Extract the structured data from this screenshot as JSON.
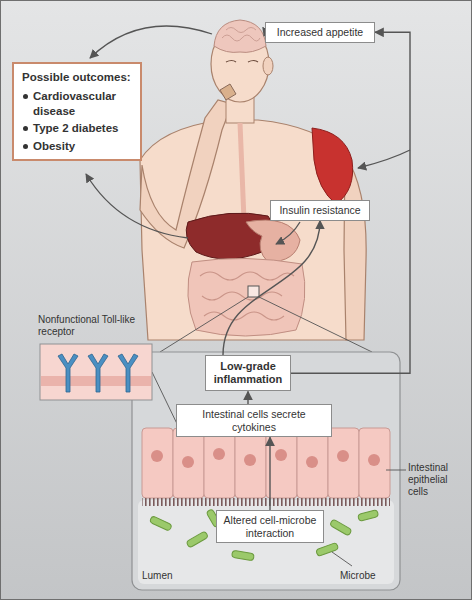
{
  "diagram": {
    "nodes": [
      {
        "text": [
          "Increased appetite"
        ]
      },
      {
        "text": [
          "Possible outcomes:",
          "Cardiovascular disease",
          "Type 2 diabetes",
          "Obesity"
        ]
      },
      {
        "text": [
          "Insulin resistance"
        ]
      },
      {
        "text": [
          "Low-grade inflammation"
        ]
      },
      {
        "text": [
          "Intestinal cells secrete cytokines"
        ]
      },
      {
        "text": [
          "Altered cell-microbe interaction"
        ]
      }
    ],
    "edges": [
      {
        "from": 3,
        "to": 0,
        "arrow": "to"
      },
      {
        "from": 3,
        "to": 2,
        "arrow": "to"
      },
      {
        "from": 5,
        "to": 4,
        "arrow": "to"
      },
      {
        "from": 4,
        "to": 3,
        "arrow": "to"
      }
    ],
    "labels": [
      "Nonfunctional Toll-like receptor",
      "Intestinal epithelial cells",
      "Lumen",
      "Microbe"
    ]
  }
}
